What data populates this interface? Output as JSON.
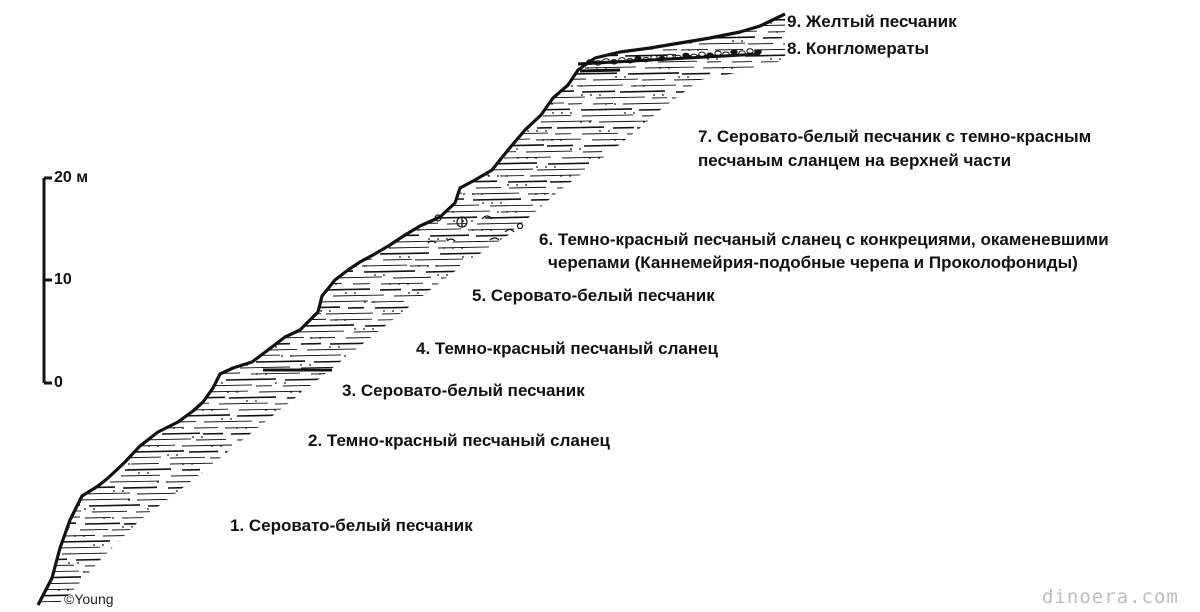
{
  "scale": {
    "unit_label": "20 м",
    "mid_label": "10",
    "zero_label": "0"
  },
  "layers": [
    {
      "id": 1,
      "label": "1. Серовато-белый песчаник",
      "rock": "sandstone"
    },
    {
      "id": 2,
      "label": "2. Темно-красный песчаный сланец",
      "rock": "shale"
    },
    {
      "id": 3,
      "label": "3. Серовато-белый песчаник",
      "rock": "sandstone"
    },
    {
      "id": 4,
      "label": "4. Темно-красный песчаный сланец",
      "rock": "shale"
    },
    {
      "id": 5,
      "label": "5. Серовато-белый песчаник",
      "rock": "sandstone"
    },
    {
      "id": 6,
      "label_line1": "6. Темно-красный песчаный сланец с конкрециями, окаменевшими",
      "label_line2": "черепами (Каннемейрия-подобные черепа и Проколофониды)",
      "rock": "shale"
    },
    {
      "id": 7,
      "label_line1": "7. Серовато-белый песчаник с темно-красным",
      "label_line2": "песчаным сланцем на верхней части",
      "rock": "sandstone"
    },
    {
      "id": 8,
      "label": "8. Конгломераты",
      "rock": "conglomerate"
    },
    {
      "id": 9,
      "label": "9. Желтый песчаник",
      "rock": "sandstone"
    }
  ],
  "credit": "©Young",
  "watermark": "dinoera.com",
  "colors": {
    "ink": "#111111",
    "watermark": "#bdbdbd"
  }
}
